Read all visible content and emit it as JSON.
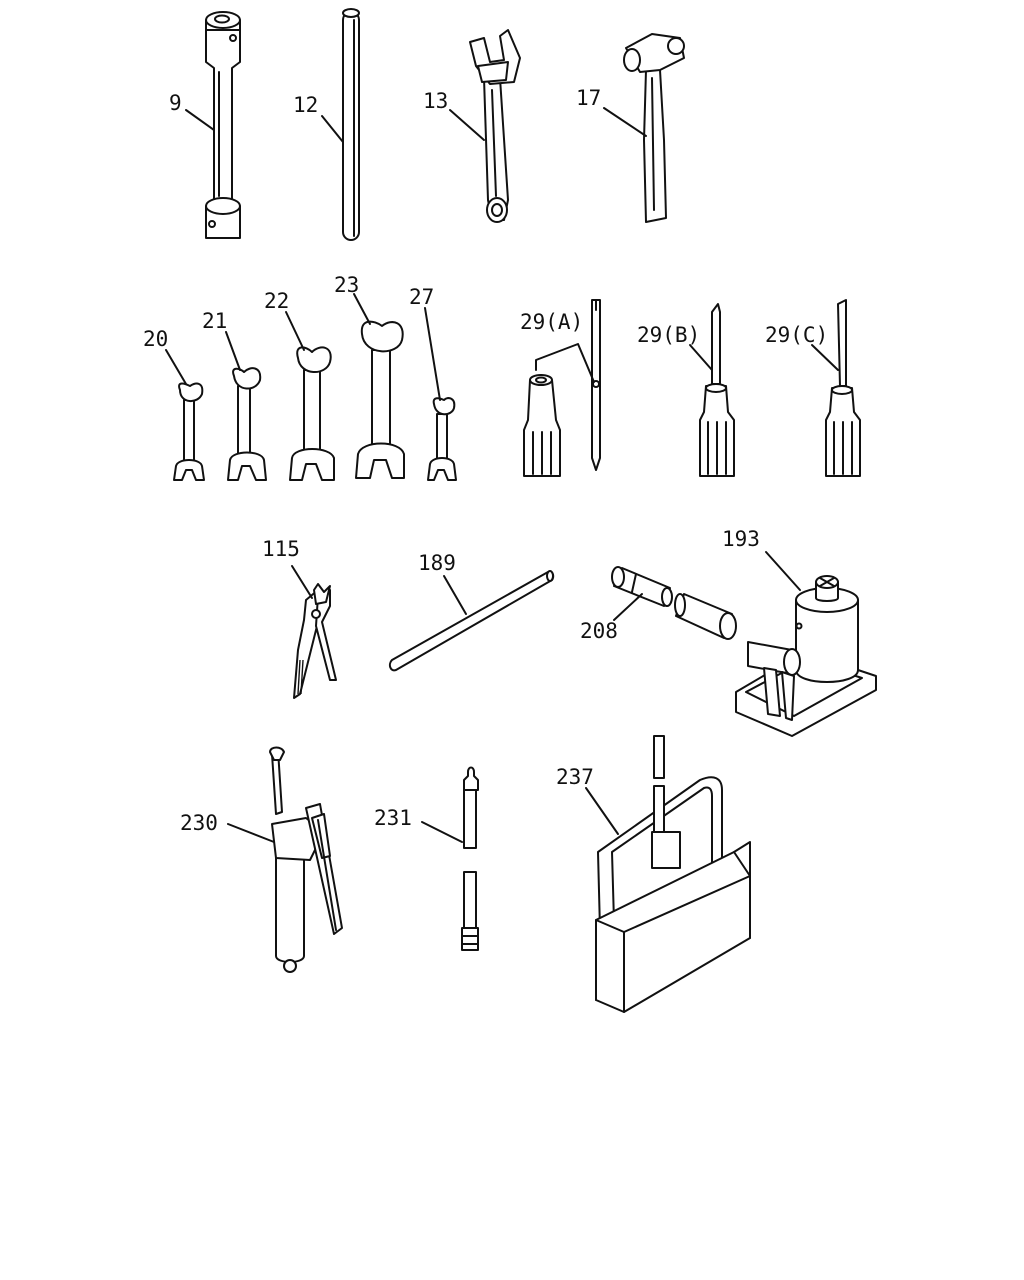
{
  "callouts": {
    "p9": "9",
    "p12": "12",
    "p13": "13",
    "p17": "17",
    "p20": "20",
    "p21": "21",
    "p22": "22",
    "p23": "23",
    "p27": "27",
    "p29a": "29(A)",
    "p29b": "29(B)",
    "p29c": "29(C)",
    "p115": "115",
    "p189": "189",
    "p193": "193",
    "p208": "208",
    "p230": "230",
    "p231": "231",
    "p237": "237"
  }
}
